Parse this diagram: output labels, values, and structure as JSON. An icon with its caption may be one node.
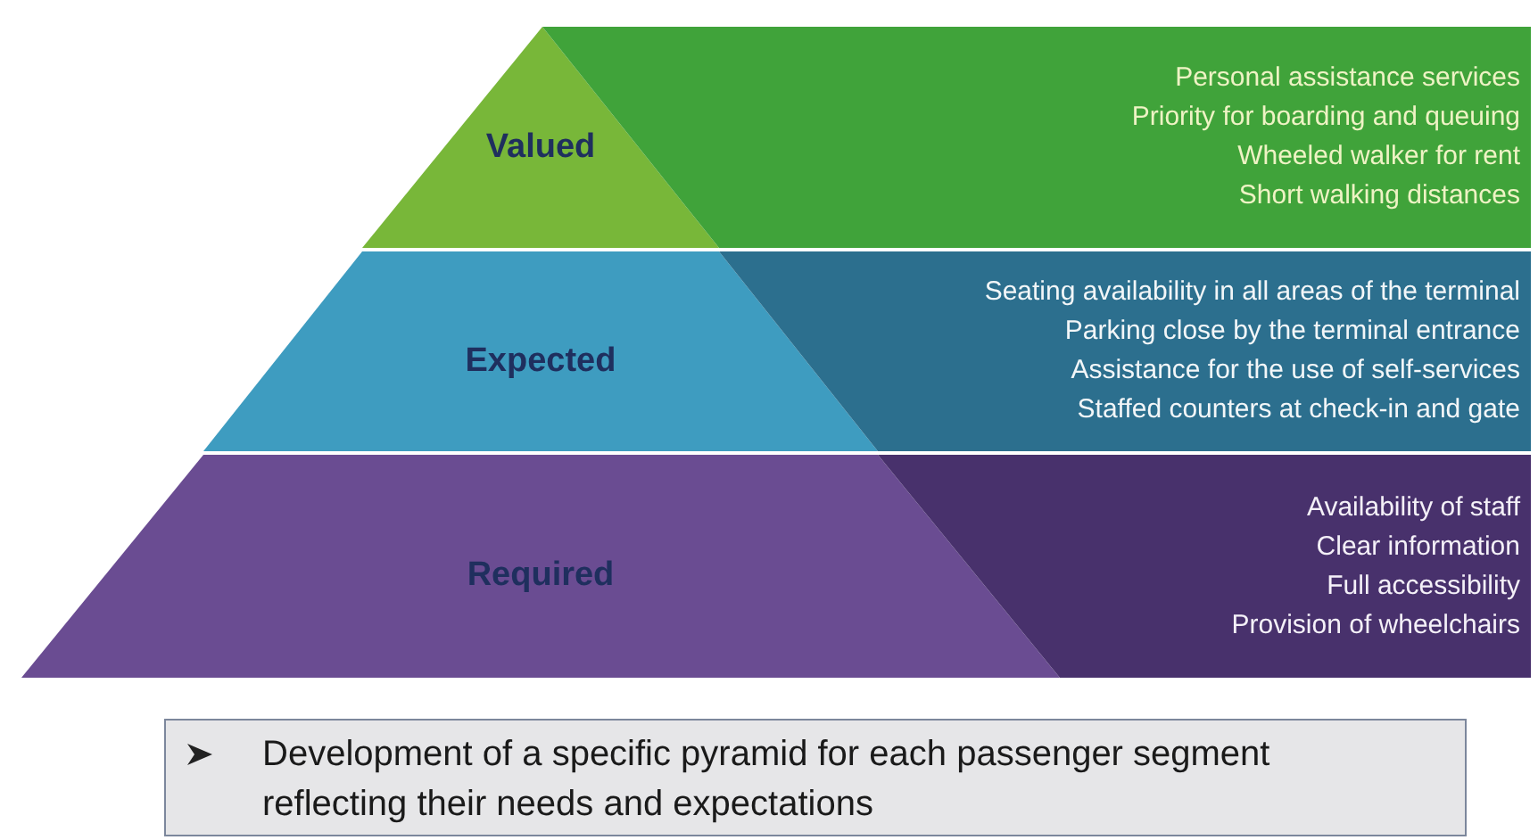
{
  "diagram": {
    "nodes": [
      {
        "text": [
          "Valued"
        ]
      },
      {
        "text": [
          "Personal assistance services",
          "Priority for boarding and queuing",
          "Wheeled walker for rent",
          "Short walking distances"
        ]
      },
      {
        "text": [
          "Expected"
        ]
      },
      {
        "text": [
          "Seating availability in all areas of the terminal",
          "Parking close by the terminal entrance",
          "Assistance for the use of self-services",
          "Staffed counters at check-in and gate"
        ]
      },
      {
        "text": [
          "Required"
        ]
      },
      {
        "text": [
          "Availability of staff",
          "Clear information",
          "Full accessibility",
          "Provision of wheelchairs"
        ]
      },
      {
        "text": [
          "Development of a specific pyramid for each passenger segment reflecting their needs and expectations"
        ]
      }
    ],
    "edges": []
  }
}
